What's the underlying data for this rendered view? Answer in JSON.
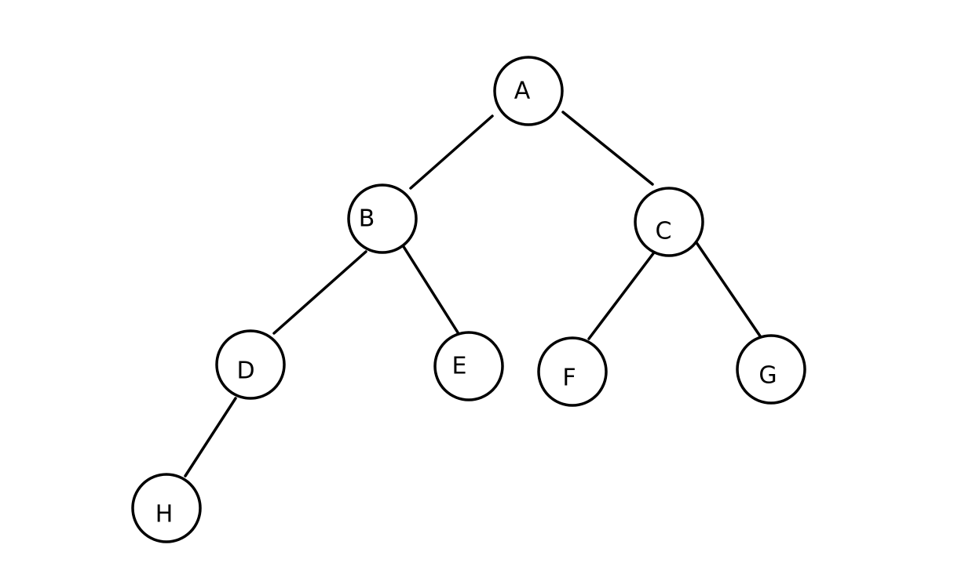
{
  "diagram": {
    "type": "binary-tree",
    "colors": {
      "stroke": "#000000",
      "background": "#ffffff"
    },
    "nodes": [
      {
        "id": "A",
        "label": "A"
      },
      {
        "id": "B",
        "label": "B"
      },
      {
        "id": "C",
        "label": "C"
      },
      {
        "id": "D",
        "label": "D"
      },
      {
        "id": "E",
        "label": "E"
      },
      {
        "id": "F",
        "label": "F"
      },
      {
        "id": "G",
        "label": "G"
      },
      {
        "id": "H",
        "label": "H"
      }
    ],
    "edges": [
      {
        "from": "A",
        "to": "B"
      },
      {
        "from": "A",
        "to": "C"
      },
      {
        "from": "B",
        "to": "D"
      },
      {
        "from": "B",
        "to": "E"
      },
      {
        "from": "C",
        "to": "F"
      },
      {
        "from": "C",
        "to": "G"
      },
      {
        "from": "D",
        "to": "H"
      }
    ]
  }
}
